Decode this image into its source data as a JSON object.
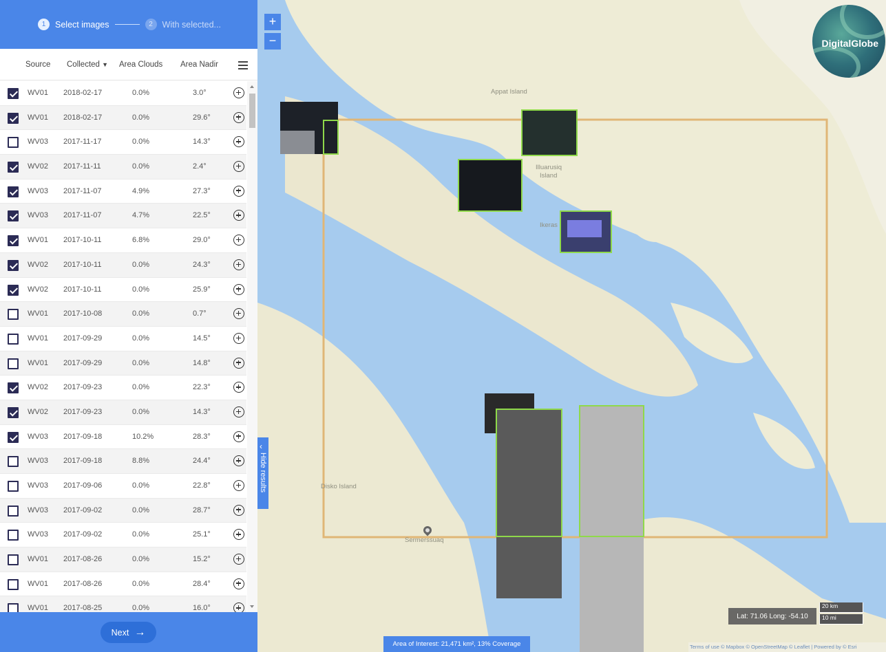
{
  "stepper": {
    "step1_number": "1",
    "step1_label": "Select images",
    "step2_number": "2",
    "step2_label": "With selected..."
  },
  "table": {
    "headers": {
      "source": "Source",
      "collected": "Collected",
      "clouds": "Area Clouds",
      "nadir": "Area Nadir"
    },
    "rows": [
      {
        "checked": true,
        "source": "WV01",
        "collected": "2018-02-17",
        "clouds": "0.0%",
        "nadir": "3.0°"
      },
      {
        "checked": true,
        "source": "WV01",
        "collected": "2018-02-17",
        "clouds": "0.0%",
        "nadir": "29.6°"
      },
      {
        "checked": false,
        "source": "WV03",
        "collected": "2017-11-17",
        "clouds": "0.0%",
        "nadir": "14.3°"
      },
      {
        "checked": true,
        "source": "WV02",
        "collected": "2017-11-11",
        "clouds": "0.0%",
        "nadir": "2.4°"
      },
      {
        "checked": true,
        "source": "WV03",
        "collected": "2017-11-07",
        "clouds": "4.9%",
        "nadir": "27.3°"
      },
      {
        "checked": true,
        "source": "WV03",
        "collected": "2017-11-07",
        "clouds": "4.7%",
        "nadir": "22.5°"
      },
      {
        "checked": true,
        "source": "WV01",
        "collected": "2017-10-11",
        "clouds": "6.8%",
        "nadir": "29.0°"
      },
      {
        "checked": true,
        "source": "WV02",
        "collected": "2017-10-11",
        "clouds": "0.0%",
        "nadir": "24.3°"
      },
      {
        "checked": true,
        "source": "WV02",
        "collected": "2017-10-11",
        "clouds": "0.0%",
        "nadir": "25.9°"
      },
      {
        "checked": false,
        "source": "WV01",
        "collected": "2017-10-08",
        "clouds": "0.0%",
        "nadir": "0.7°"
      },
      {
        "checked": false,
        "source": "WV01",
        "collected": "2017-09-29",
        "clouds": "0.0%",
        "nadir": "14.5°"
      },
      {
        "checked": false,
        "source": "WV01",
        "collected": "2017-09-29",
        "clouds": "0.0%",
        "nadir": "14.8°"
      },
      {
        "checked": true,
        "source": "WV02",
        "collected": "2017-09-23",
        "clouds": "0.0%",
        "nadir": "22.3°"
      },
      {
        "checked": true,
        "source": "WV02",
        "collected": "2017-09-23",
        "clouds": "0.0%",
        "nadir": "14.3°"
      },
      {
        "checked": true,
        "source": "WV03",
        "collected": "2017-09-18",
        "clouds": "10.2%",
        "nadir": "28.3°"
      },
      {
        "checked": false,
        "source": "WV03",
        "collected": "2017-09-18",
        "clouds": "8.8%",
        "nadir": "24.4°"
      },
      {
        "checked": false,
        "source": "WV03",
        "collected": "2017-09-06",
        "clouds": "0.0%",
        "nadir": "22.8°"
      },
      {
        "checked": false,
        "source": "WV03",
        "collected": "2017-09-02",
        "clouds": "0.0%",
        "nadir": "28.7°"
      },
      {
        "checked": false,
        "source": "WV03",
        "collected": "2017-09-02",
        "clouds": "0.0%",
        "nadir": "25.1°"
      },
      {
        "checked": false,
        "source": "WV01",
        "collected": "2017-08-26",
        "clouds": "0.0%",
        "nadir": "15.2°"
      },
      {
        "checked": false,
        "source": "WV01",
        "collected": "2017-08-26",
        "clouds": "0.0%",
        "nadir": "28.4°"
      },
      {
        "checked": false,
        "source": "WV01",
        "collected": "2017-08-25",
        "clouds": "0.0%",
        "nadir": "16.0°"
      }
    ]
  },
  "footer": {
    "next_label": "Next"
  },
  "map": {
    "zoom_in": "+",
    "zoom_out": "−",
    "logo_text": "DigitalGlobe",
    "hide_results_label": "Hide results",
    "places": {
      "appat": "Appat Island",
      "illuluarsuit": "Illuarusiq",
      "island": "Island",
      "ikeras": "Ikeras",
      "disko": "Disko Island",
      "sermerssuaq": "Sermerssuaq"
    },
    "aoi_text": "Area of Interest: 21,471 km², 13% Coverage",
    "coords_text": "Lat: 71.06 Long: -54.10",
    "scale_km": "20 km",
    "scale_mi": "10 mi",
    "attribution": "Terms of use © Mapbox © OpenStreetMap © Leaflet | Powered by © Esri"
  },
  "colors": {
    "accent": "#4a86e8",
    "checkbox": "#2b2b55",
    "water": "#a6cbee",
    "land": "#eeecd6",
    "aoi_outline": "#e0b676",
    "footprint_outline": "#8fd94a"
  }
}
